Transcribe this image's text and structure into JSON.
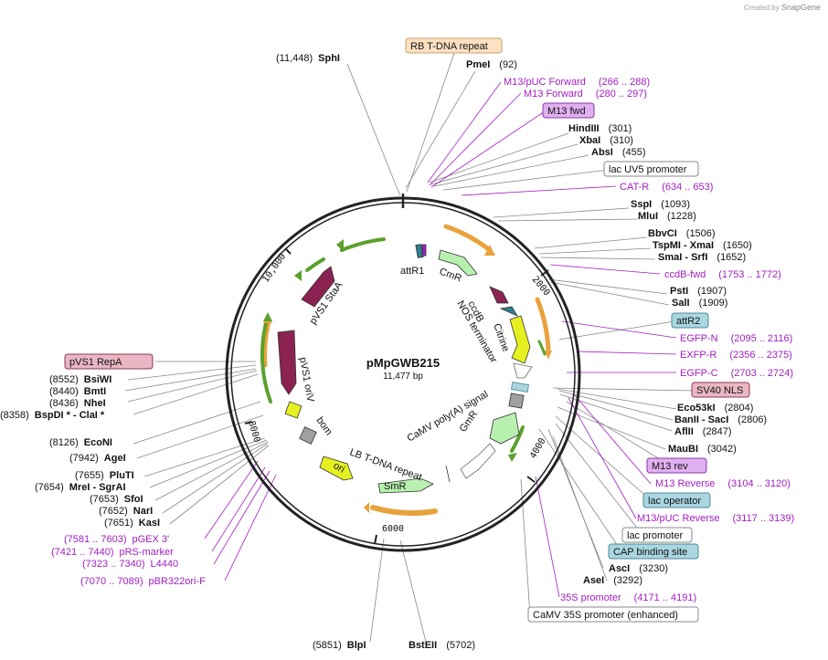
{
  "credit": {
    "prefix": "Created by",
    "brand": "SnapGene"
  },
  "plasmid": {
    "name": "pMpGWB215",
    "size": "11,477 bp"
  },
  "ring_ticks": [
    "2000",
    "4000",
    "6000",
    "8000",
    "10,000"
  ],
  "sites_left": [
    {
      "pos": "(11,448)",
      "name": "SphI"
    },
    {
      "pos": "(8552)",
      "name": "BsiWI"
    },
    {
      "pos": "(8440)",
      "name": "BmtI"
    },
    {
      "pos": "(8436)",
      "name": "NheI"
    },
    {
      "pos": "(8358)",
      "name": "BspDI * - ClaI *"
    },
    {
      "pos": "(8126)",
      "name": "EcoNI"
    },
    {
      "pos": "(7942)",
      "name": "AgeI"
    },
    {
      "pos": "(7655)",
      "name": "PluTI"
    },
    {
      "pos": "(7654)",
      "name": "MreI - SgrAI"
    },
    {
      "pos": "(7653)",
      "name": "SfoI"
    },
    {
      "pos": "(7652)",
      "name": "NarI"
    },
    {
      "pos": "(7651)",
      "name": "KasI"
    },
    {
      "pos": "(5851)",
      "name": "BlpI"
    }
  ],
  "sites_right": [
    {
      "name": "PmeI",
      "pos": "(92)"
    },
    {
      "name": "HindIII",
      "pos": "(301)"
    },
    {
      "name": "XbaI",
      "pos": "(310)"
    },
    {
      "name": "AbsI",
      "pos": "(455)"
    },
    {
      "name": "SspI",
      "pos": "(1093)"
    },
    {
      "name": "MluI",
      "pos": "(1228)"
    },
    {
      "name": "BbvCI",
      "pos": "(1506)"
    },
    {
      "name": "TspMI - XmaI",
      "pos": "(1650)"
    },
    {
      "name": "SmaI - SrfI",
      "pos": "(1652)"
    },
    {
      "name": "PstI",
      "pos": "(1907)"
    },
    {
      "name": "SalI",
      "pos": "(1909)"
    },
    {
      "name": "Eco53kI",
      "pos": "(2804)"
    },
    {
      "name": "BanII - SacI",
      "pos": "(2806)"
    },
    {
      "name": "AflII",
      "pos": "(2847)"
    },
    {
      "name": "MauBI",
      "pos": "(3042)"
    },
    {
      "name": "AscI",
      "pos": "(3230)"
    },
    {
      "name": "AseI",
      "pos": "(3292)"
    },
    {
      "name": "BstEII",
      "pos": "(5702)"
    }
  ],
  "primers_right": [
    {
      "name": "M13/pUC Forward",
      "range": "(266 .. 288)"
    },
    {
      "name": "M13 Forward",
      "range": "(280 .. 297)"
    },
    {
      "name": "CAT-R",
      "range": "(634 .. 653)"
    },
    {
      "name": "ccdB-fwd",
      "range": "(1753 .. 1772)"
    },
    {
      "name": "EGFP-N",
      "range": "(2095 .. 2116)"
    },
    {
      "name": "EXFP-R",
      "range": "(2356 .. 2375)"
    },
    {
      "name": "EGFP-C",
      "range": "(2703 .. 2724)"
    },
    {
      "name": "M13 Reverse",
      "range": "(3104 .. 3120)"
    },
    {
      "name": "M13/pUC Reverse",
      "range": "(3117 .. 3139)"
    },
    {
      "name": "35S promoter",
      "range": "(4171 .. 4191)"
    }
  ],
  "primers_left": [
    {
      "range": "(7581 .. 7603)",
      "name": "pGEX 3'"
    },
    {
      "range": "(7421 .. 7440)",
      "name": "pRS-marker"
    },
    {
      "range": "(7323 .. 7340)",
      "name": "L4440"
    },
    {
      "range": "(7070 .. 7089)",
      "name": "pBR322ori-F"
    }
  ],
  "boxes": [
    {
      "label": "RB T-DNA repeat",
      "fill": "#fde0c2",
      "stroke": "#c9a36e"
    },
    {
      "label": "M13 fwd",
      "fill": "#e0b0f0",
      "stroke": "#8a3aa8"
    },
    {
      "label": "lac UV5 promoter",
      "fill": "#ffffff",
      "stroke": "#888888"
    },
    {
      "label": "attR2",
      "fill": "#a9d6e0",
      "stroke": "#4f8a99"
    },
    {
      "label": "SV40 NLS",
      "fill": "#e9b6c4",
      "stroke": "#8a3a55"
    },
    {
      "label": "M13 rev",
      "fill": "#e0b0f0",
      "stroke": "#8a3aa8"
    },
    {
      "label": "lac operator",
      "fill": "#a9d6e0",
      "stroke": "#4f8a99"
    },
    {
      "label": "lac promoter",
      "fill": "#ffffff",
      "stroke": "#888888"
    },
    {
      "label": "CAP binding site",
      "fill": "#a9d6e0",
      "stroke": "#4f8a99"
    },
    {
      "label": "CaMV 35S promoter (enhanced)",
      "fill": "#ffffff",
      "stroke": "#888888"
    },
    {
      "label": "pVS1 RepA",
      "fill": "#e9b6c4",
      "stroke": "#8a3a55"
    }
  ],
  "inner_features": {
    "attR1": "attR1",
    "CmR": "CmR",
    "ccdB": "ccdB",
    "NOS_terminator": "NOS terminator",
    "Citrine": "Citrine",
    "pVS1_StaA": "pVS1 StaA",
    "pVS1_oriV": "pVS1 oriV",
    "bom": "bom",
    "ori": "ori",
    "LB_T_DNA_repeat": "LB T-DNA repeat",
    "SmR": "SmR",
    "CaMV_polyA": "CaMV poly(A) signal",
    "GmR": "GmR"
  },
  "colors": {
    "backbone": "#222222",
    "enzyme_line": "#888888",
    "primer_line": "#a020c0",
    "orange_feature": "#e8a23c",
    "green_feature": "#5aa02c",
    "maroon_feature": "#8b2252",
    "light_green_feature": "#b8f0b0",
    "yellow_feature": "#e6f020",
    "teal_feature": "#2f7f8f",
    "gray_feature": "#a0a0a0"
  }
}
